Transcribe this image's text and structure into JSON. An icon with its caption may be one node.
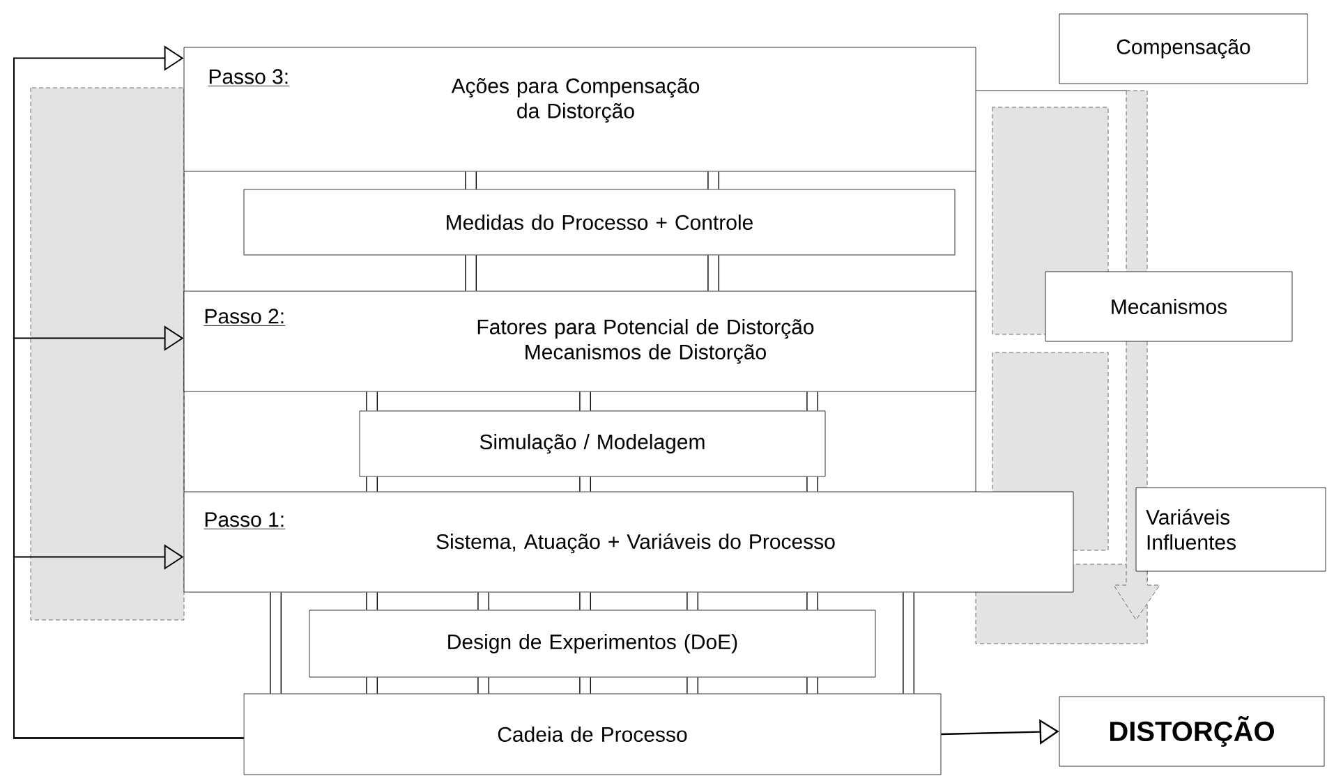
{
  "diagram": {
    "nodes": [
      {
        "text": [
          "Passo 3:",
          "Ações para Compensação da Distorção"
        ]
      },
      {
        "text": [
          "Medidas do Processo + Controle"
        ]
      },
      {
        "text": [
          "Passo 2:",
          "Fatores para Potencial de Distorção Mecanismos de Distorção"
        ]
      },
      {
        "text": [
          "Simulação / Modelagem"
        ]
      },
      {
        "text": [
          "Passo 1:",
          "Sistema, Atuação + Variáveis do Processo"
        ]
      },
      {
        "text": [
          "Design de Experimentos (DoE)"
        ]
      },
      {
        "text": [
          "Cadeia de Processo"
        ]
      },
      {
        "text": [
          "DISTORÇÃO"
        ]
      },
      {
        "text": [
          "Compensação"
        ]
      },
      {
        "text": [
          "Mecanismos"
        ]
      },
      {
        "text": [
          "Variáveis Influentes"
        ]
      }
    ],
    "edges": [
      {
        "from": 6,
        "to": 7,
        "arrow": "to"
      },
      {
        "from": 6,
        "to": 0,
        "arrow": "to"
      },
      {
        "from": 6,
        "to": 2,
        "arrow": "to"
      },
      {
        "from": 6,
        "to": 4,
        "arrow": "to"
      },
      {
        "from": 0,
        "to": 1,
        "arrow": "none"
      },
      {
        "from": 1,
        "to": 2,
        "arrow": "none"
      },
      {
        "from": 2,
        "to": 3,
        "arrow": "none"
      },
      {
        "from": 3,
        "to": 4,
        "arrow": "none"
      },
      {
        "from": 4,
        "to": 5,
        "arrow": "none"
      },
      {
        "from": 5,
        "to": 6,
        "arrow": "none"
      },
      {
        "from": 4,
        "to": 6,
        "arrow": "none"
      }
    ]
  }
}
